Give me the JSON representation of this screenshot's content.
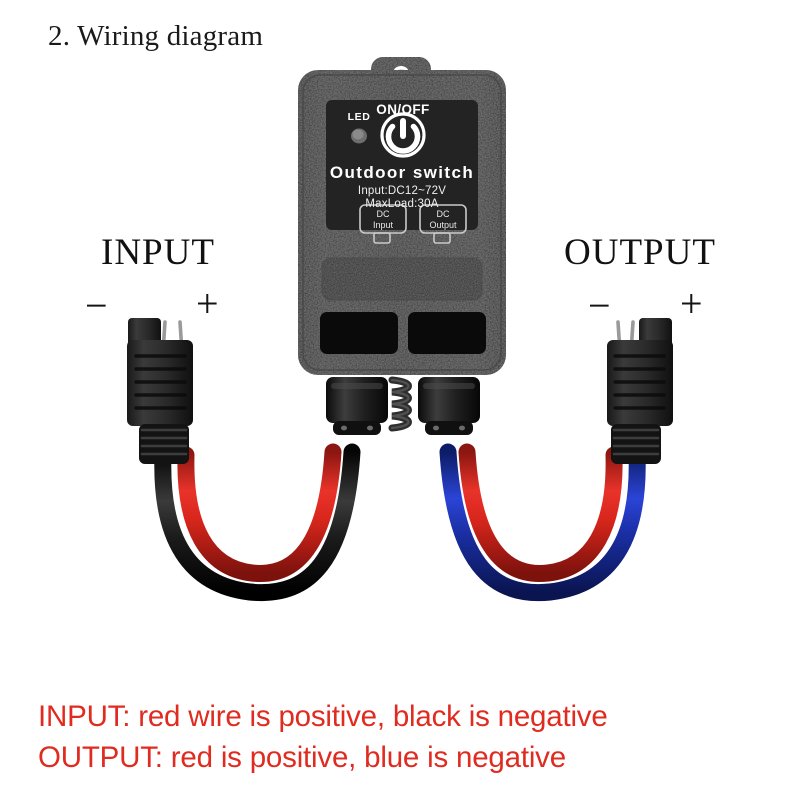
{
  "page": {
    "heading": "2. Wiring diagram",
    "background": "#ffffff"
  },
  "labels": {
    "input": "INPUT",
    "output": "OUTPUT",
    "input_minus": "−",
    "input_plus": "+",
    "output_minus": "−",
    "output_plus": "+"
  },
  "device": {
    "name": "Outdoor switch",
    "led_label": "LED",
    "power_label": "ON/OFF",
    "power_icon": "power-symbol-icon",
    "spec_input": "Input:DC12~72V",
    "spec_load": "MaxLoad:30A",
    "port_input": {
      "line1": "DC",
      "line2": "Input"
    },
    "port_output": {
      "line1": "DC",
      "line2": "Output"
    },
    "body_color": "#191919",
    "panel_color": "#232323",
    "text_color": "#ffffff",
    "antenna": "coil-spring-antenna"
  },
  "wiring": {
    "input_negative_color": "#141414",
    "input_positive_color": "#d9261c",
    "output_negative_color": "#1b30a8",
    "output_positive_color": "#d9261c",
    "connector_color": "#2a2a2a",
    "pin_color": "#8d8d8d"
  },
  "caption": {
    "color": "#e02b20",
    "line1": "INPUT: red wire is positive, black is negative",
    "line2": "OUTPUT: red is positive, blue is negative"
  }
}
